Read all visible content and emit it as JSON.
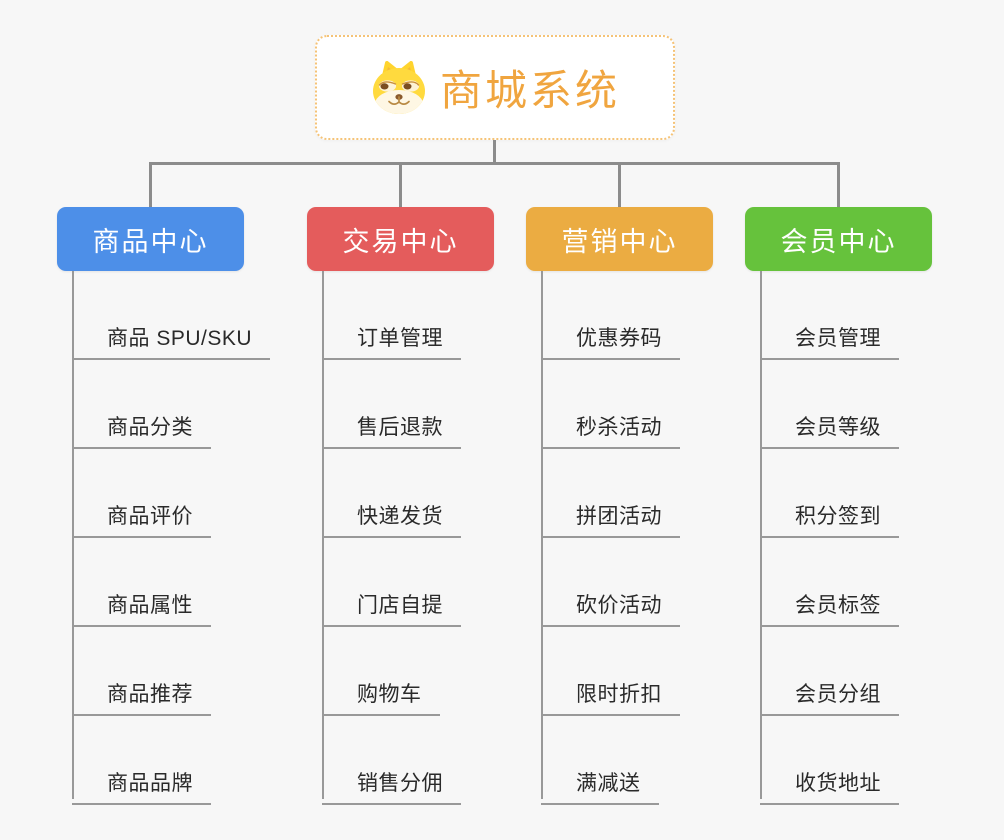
{
  "canvas": {
    "background": "#f7f7f7",
    "line_color": "#8c8c8c"
  },
  "root": {
    "title": "商城系统",
    "icon": "dog-icon",
    "text_color": "#f0a53f",
    "border_color": "#f5c377"
  },
  "branches": [
    {
      "label": "商品中心",
      "color": "#4d8fe8",
      "items": [
        "商品 SPU/SKU",
        "商品分类",
        "商品评价",
        "商品属性",
        "商品推荐",
        "商品品牌"
      ]
    },
    {
      "label": "交易中心",
      "color": "#e45c5c",
      "items": [
        "订单管理",
        "售后退款",
        "快递发货",
        "门店自提",
        "购物车",
        "销售分佣"
      ]
    },
    {
      "label": "营销中心",
      "color": "#ebac42",
      "items": [
        "优惠券码",
        "秒杀活动",
        "拼团活动",
        "砍价活动",
        "限时折扣",
        "满减送"
      ]
    },
    {
      "label": "会员中心",
      "color": "#66c23c",
      "items": [
        "会员管理",
        "会员等级",
        "积分签到",
        "会员标签",
        "会员分组",
        "收货地址"
      ]
    }
  ]
}
